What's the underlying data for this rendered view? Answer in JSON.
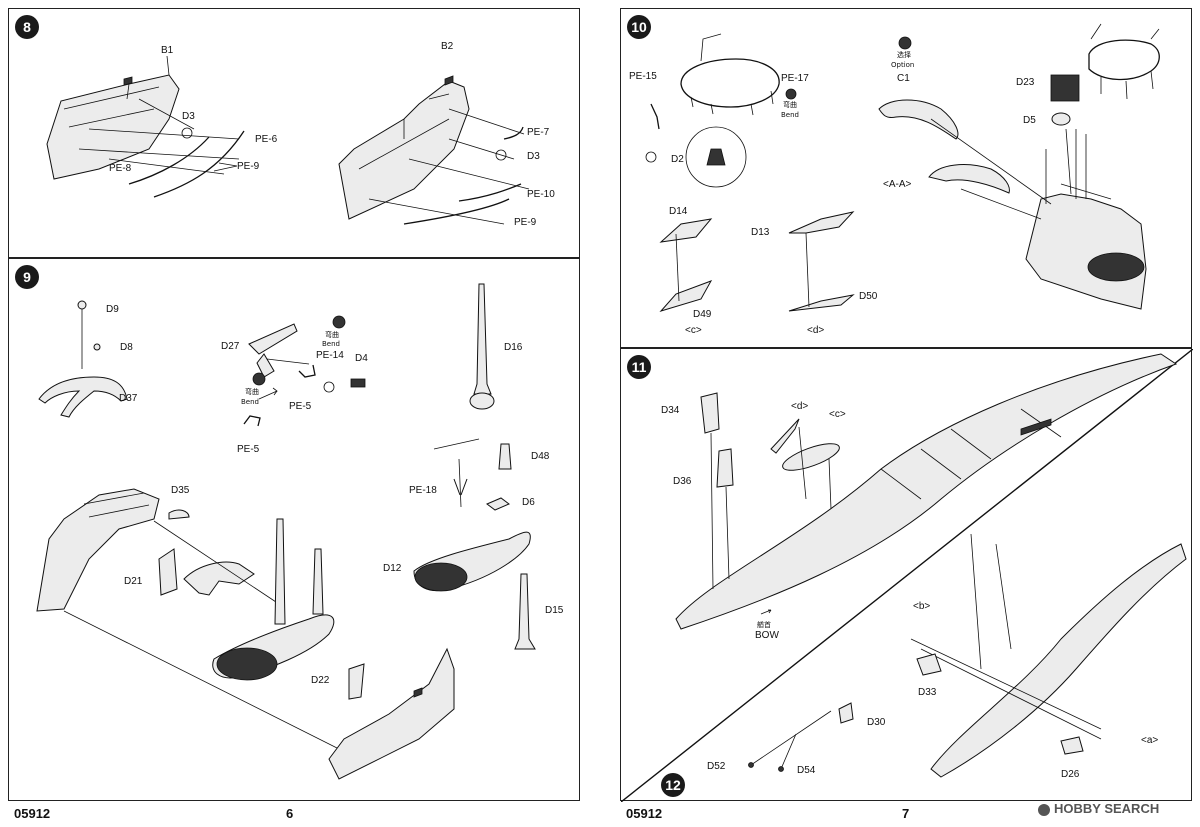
{
  "steps": {
    "s8": {
      "number": "8",
      "labels": {
        "b1": "B1",
        "b2": "B2",
        "d3a": "D3",
        "d3b": "D3",
        "pe6": "PE-6",
        "pe7": "PE-7",
        "pe8": "PE-8",
        "pe9a": "PE-9",
        "pe9b": "PE-9",
        "pe10": "PE-10"
      }
    },
    "s9": {
      "number": "9",
      "labels": {
        "d9": "D9",
        "d8": "D8",
        "d37": "D37",
        "d27": "D27",
        "pe14": "PE-14",
        "d4": "D4",
        "pe5a": "PE-5",
        "pe5b": "PE-5",
        "d16": "D16",
        "d48": "D48",
        "pe18": "PE-18",
        "d6": "D6",
        "d12": "D12",
        "d15": "D15",
        "d35": "D35",
        "d21": "D21",
        "d22": "D22",
        "bend_cn_1": "弯曲",
        "bend_en_1": "Bend",
        "bend_cn_2": "弯曲",
        "bend_en_2": "Bend"
      }
    },
    "s10": {
      "number": "10",
      "labels": {
        "pe15": "PE-15",
        "pe17": "PE-17",
        "bend_cn": "弯曲",
        "bend_en": "Bend",
        "option_cn": "选择",
        "option_en": "Option",
        "c1": "C1",
        "d23": "D23",
        "d5": "D5",
        "aa": "<A-A>",
        "d2": "D2",
        "d14": "D14",
        "d13": "D13",
        "d49": "D49",
        "d50": "D50",
        "c": "<c>",
        "d": "<d>"
      }
    },
    "s11": {
      "number": "11",
      "labels": {
        "d34": "D34",
        "d36": "D36",
        "d_tag": "<d>",
        "c_tag": "<c>",
        "bow_cn": "艏首",
        "bow_en": "BOW"
      }
    },
    "s12": {
      "number": "12",
      "labels": {
        "b_tag": "<b>",
        "d33": "D33",
        "d30": "D30",
        "d52": "D52",
        "d54": "D54",
        "d26": "D26",
        "a_tag": "<a>"
      }
    }
  },
  "footer": {
    "code_left": "05912",
    "page_left": "6",
    "code_right": "05912",
    "page_right": "7",
    "watermark": "HOBBY SEARCH"
  }
}
